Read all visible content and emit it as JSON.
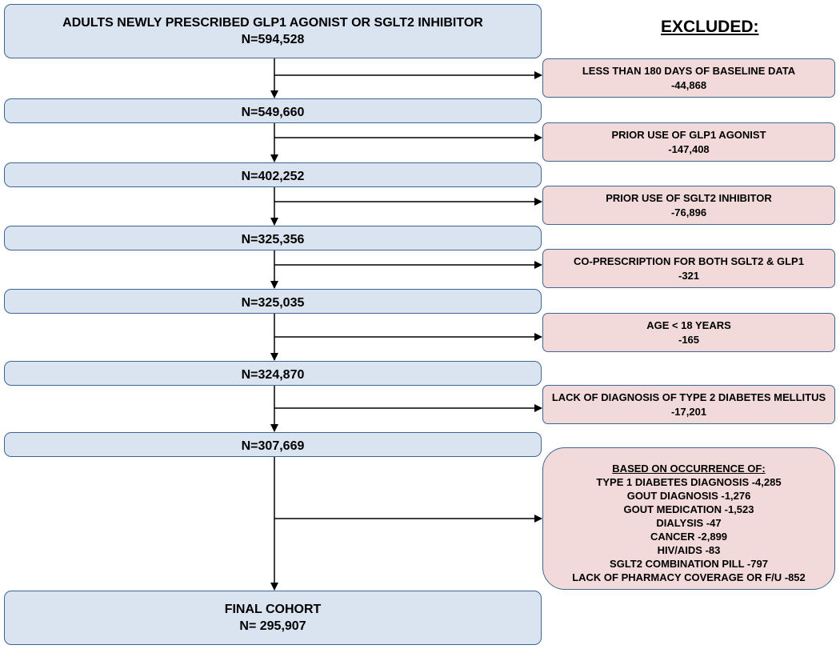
{
  "excluded_title": "EXCLUDED:",
  "main_boxes": [
    {
      "lines": [
        "ADULTS NEWLY PRESCRIBED GLP1 AGONIST OR SGLT2 INHIBITOR",
        "N=594,528"
      ]
    },
    {
      "lines": [
        "N=549,660"
      ]
    },
    {
      "lines": [
        "N=402,252"
      ]
    },
    {
      "lines": [
        "N=325,356"
      ]
    },
    {
      "lines": [
        "N=325,035"
      ]
    },
    {
      "lines": [
        "N=324,870"
      ]
    },
    {
      "lines": [
        "N=307,669"
      ]
    },
    {
      "lines": [
        "FINAL COHORT",
        "N= 295,907"
      ]
    }
  ],
  "exclusions": [
    {
      "lines": [
        "LESS THAN 180 DAYS OF BASELINE DATA",
        "-44,868"
      ]
    },
    {
      "lines": [
        "PRIOR USE OF GLP1 AGONIST",
        "-147,408"
      ]
    },
    {
      "lines": [
        "PRIOR USE OF SGLT2 INHIBITOR",
        "-76,896"
      ]
    },
    {
      "lines": [
        "CO-PRESCRIPTION FOR BOTH SGLT2 & GLP1",
        "-321"
      ]
    },
    {
      "lines": [
        "AGE < 18 YEARS",
        "-165"
      ]
    },
    {
      "lines": [
        "LACK OF DIAGNOSIS OF TYPE 2 DIABETES MELLITUS",
        "-17,201"
      ]
    },
    {
      "lines": [
        "BASED ON OCCURRENCE OF:",
        "TYPE 1 DIABETES DIAGNOSIS -4,285",
        "GOUT DIAGNOSIS -1,276",
        "GOUT MEDICATION -1,523",
        "DIALYSIS -47",
        "CANCER -2,899",
        "HIV/AIDS -83",
        "SGLT2 COMBINATION PILL -797",
        "LACK OF PHARMACY COVERAGE OR F/U -852"
      ]
    }
  ]
}
